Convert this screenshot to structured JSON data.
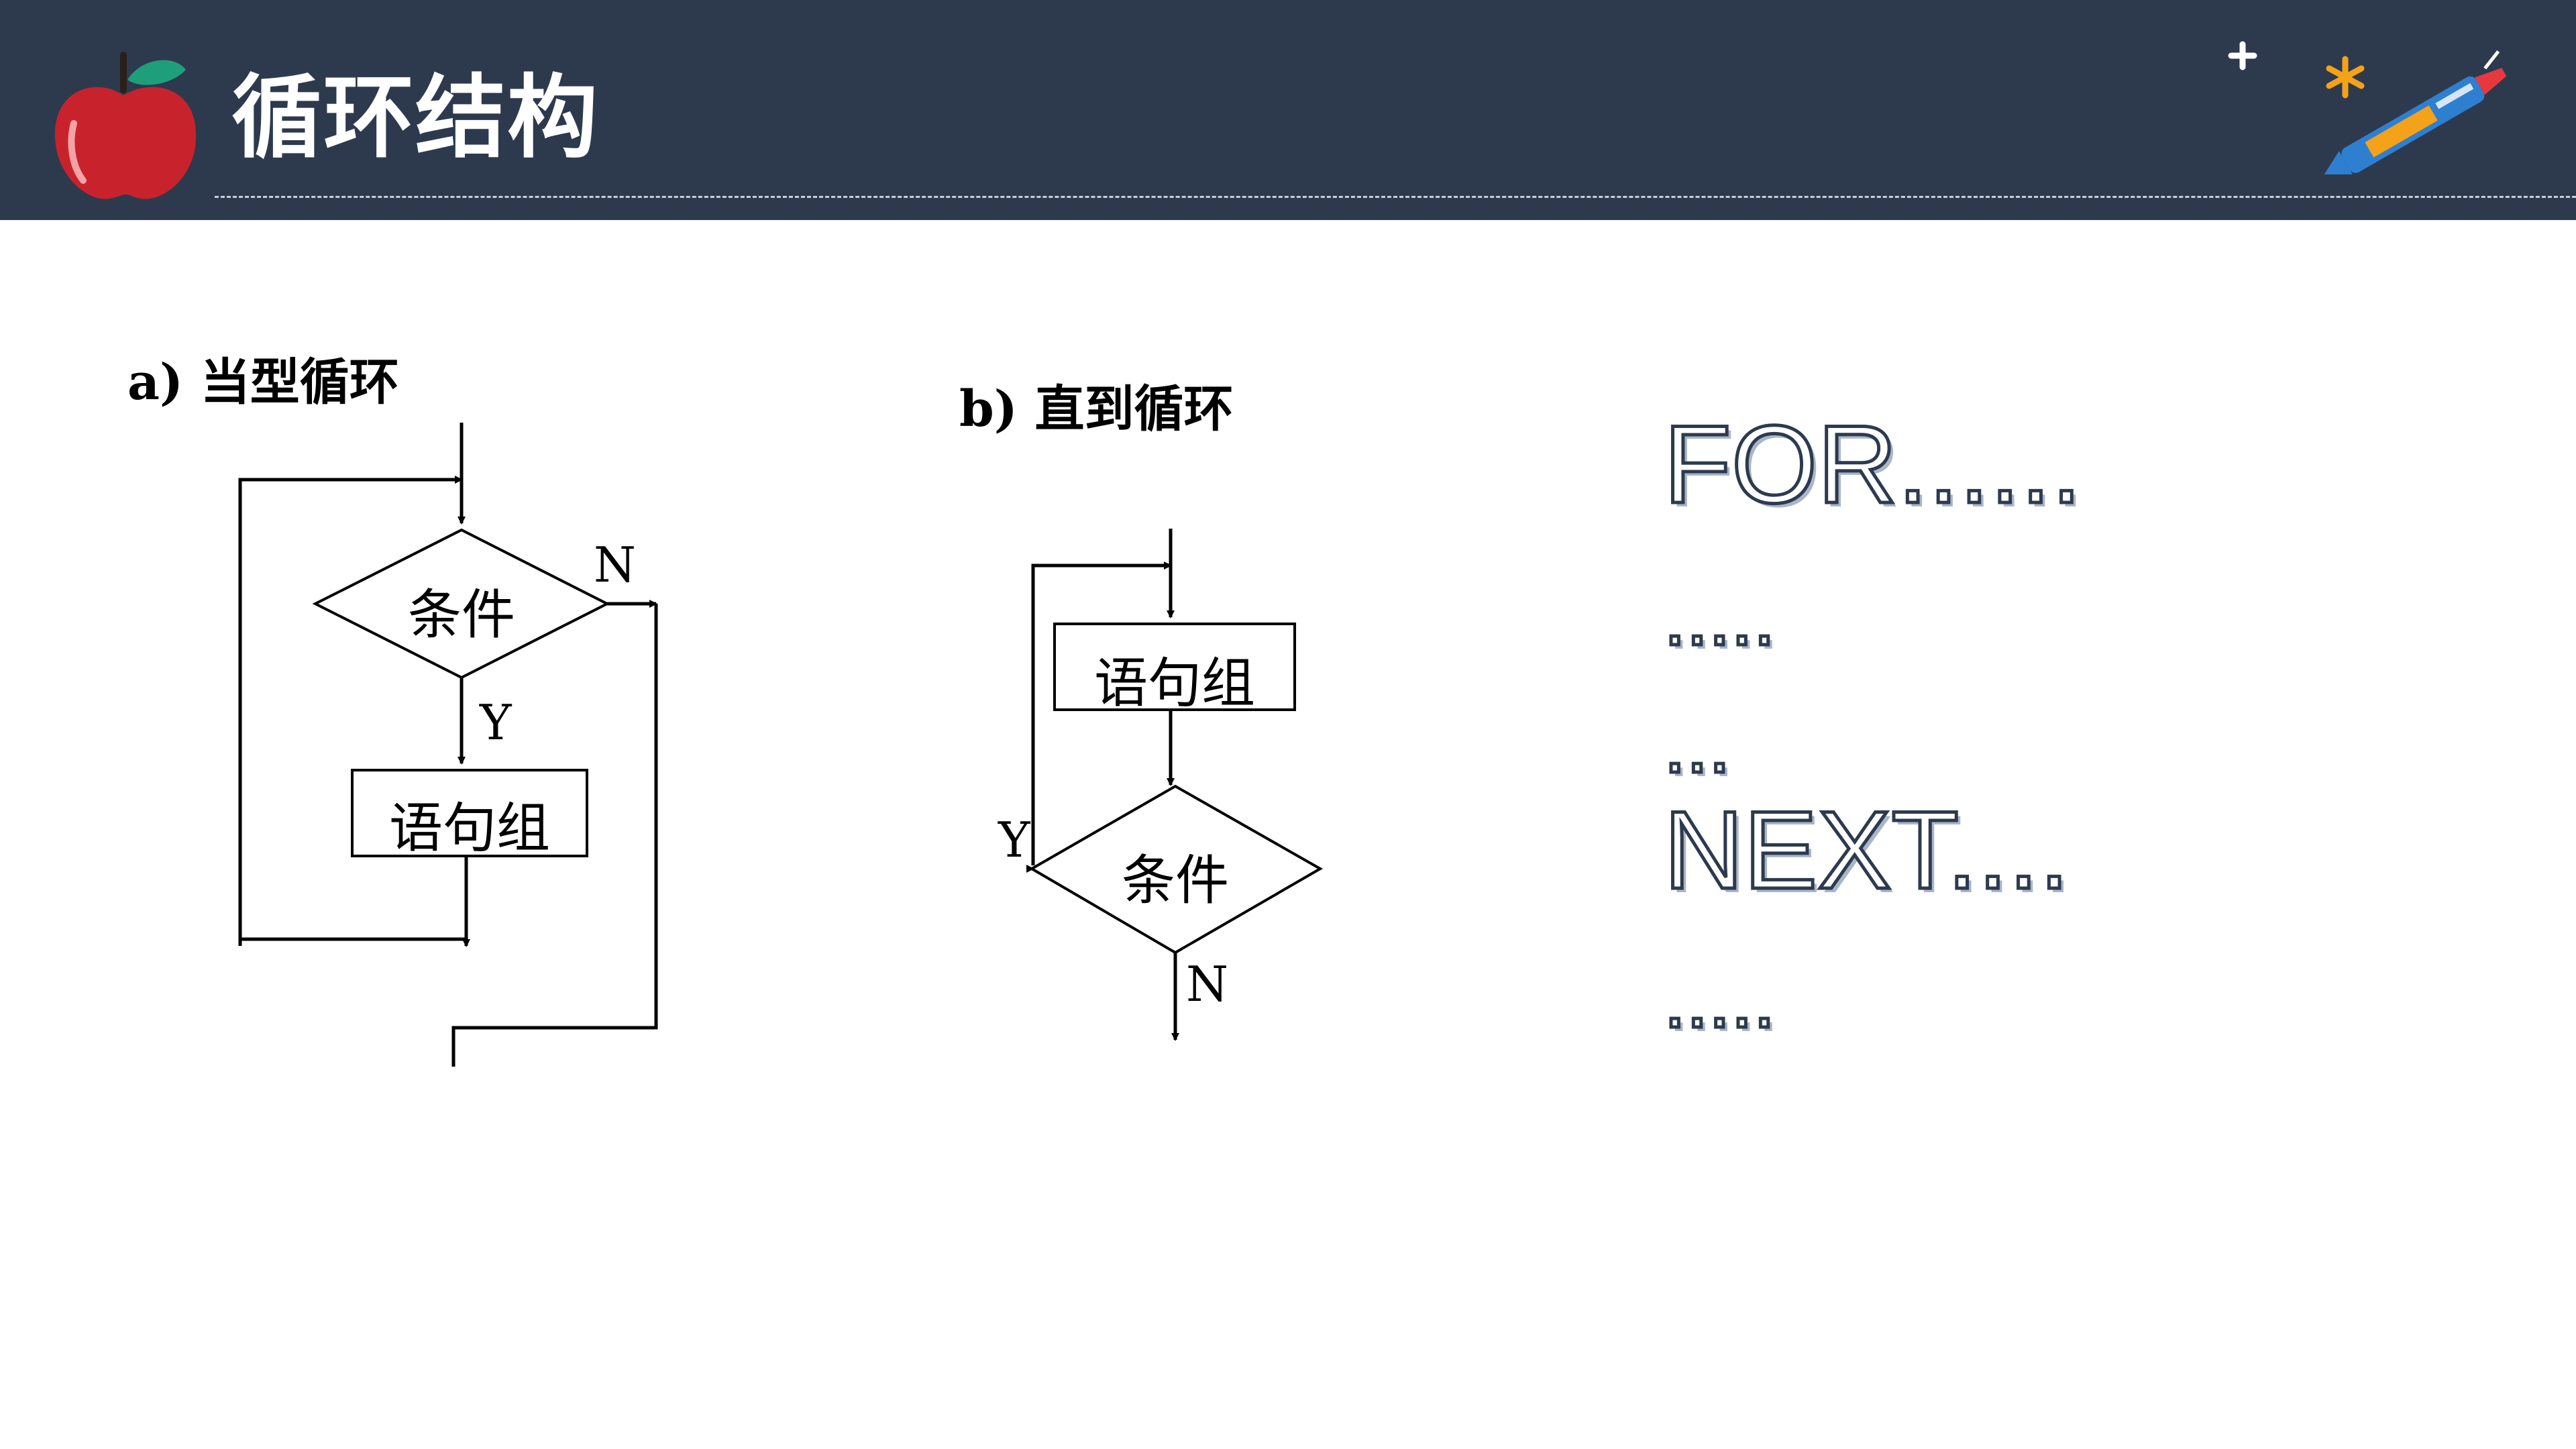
{
  "header": {
    "title": "循环结构",
    "colors": {
      "background": "#2d3a4e",
      "apple": "#c8232c",
      "leaf": "#1f9e7a",
      "pen_body": "#2f7fd0",
      "pen_accent": "#f4a21a"
    },
    "icons": [
      "apple-icon",
      "plus-sparkle-icon",
      "pen-icon",
      "asterisk-sparkle-icon"
    ]
  },
  "diagram_a": {
    "label": "a) 当型循环",
    "condition": "条件",
    "statements": "语句组",
    "yes_label": "Y",
    "no_label": "N"
  },
  "diagram_b": {
    "label": "b) 直到循环",
    "condition": "条件",
    "statements": "语句组",
    "yes_label": "Y",
    "no_label": "N"
  },
  "code": {
    "line1": "FOR......",
    "line2": ".....",
    "line3": "...",
    "line4": "NEXT....",
    "line5": "....."
  }
}
